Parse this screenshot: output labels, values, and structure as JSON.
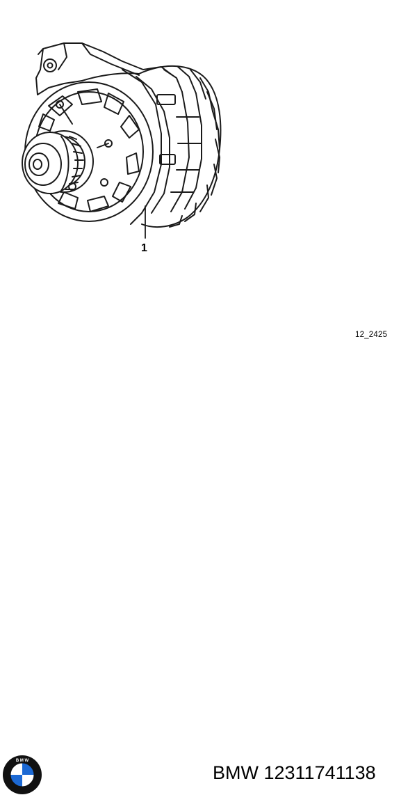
{
  "diagram": {
    "callout_number": "1",
    "diagram_code": "12_2425"
  },
  "footer": {
    "brand": "BMW",
    "part_number": "12311741138",
    "logo_text": "B M W",
    "logo_colors": {
      "blue": "#1c69d4",
      "white": "#ffffff",
      "ring": "#111111"
    }
  }
}
